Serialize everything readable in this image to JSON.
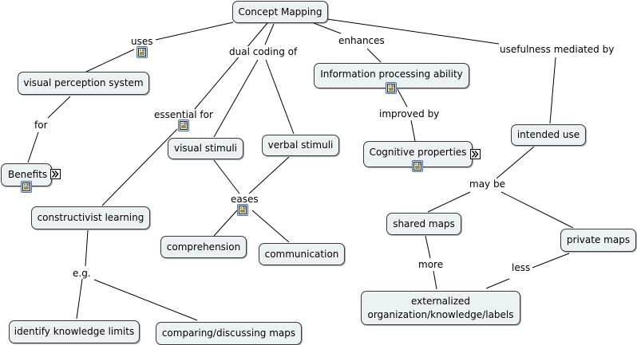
{
  "map_title": "Concept Mapping",
  "colors": {
    "node_fill": "#ecf2f4",
    "node_border": "#3a3a3a",
    "line": "#000000",
    "resource_border": "#3f6fb5"
  },
  "concepts": {
    "concept_mapping": "Concept Mapping",
    "visual_perception_system": "visual perception system",
    "benefits": "Benefits",
    "constructivist_learning": "constructivist learning",
    "identify_knowledge_limits": "identify knowledge limits",
    "comparing_discussing_maps": "comparing/discussing maps",
    "visual_stimuli": "visual stimuli",
    "verbal_stimuli": "verbal stimuli",
    "comprehension": "comprehension",
    "communication": "communication",
    "information_processing_ability": "Information processing ability",
    "cognitive_properties": "Cognitive properties",
    "intended_use": "intended use",
    "shared_maps": "shared maps",
    "private_maps": "private maps",
    "externalized_line1": "externalized",
    "externalized_line2": "organization/knowledge/labels"
  },
  "linking_phrases": {
    "uses": "uses",
    "for": "for",
    "essential_for": "essential for",
    "dual_coding_of": "dual coding of",
    "eases": "eases",
    "e_g": "e.g.",
    "enhances": "enhances",
    "improved_by": "improved by",
    "usefulness_mediated_by": "usefulness mediated by",
    "may_be": "may be",
    "more": "more",
    "less": "less"
  },
  "resource_icons": [
    {
      "attached_to": "uses",
      "icon": "resource-document-icon"
    },
    {
      "attached_to": "Benefits",
      "icon": "resource-document-icon"
    },
    {
      "attached_to": "essential for",
      "icon": "resource-document-icon"
    },
    {
      "attached_to": "eases",
      "icon": "resource-document-icon"
    },
    {
      "attached_to": "Information processing ability",
      "icon": "resource-document-icon"
    },
    {
      "attached_to": "Cognitive properties",
      "icon": "resource-document-icon"
    }
  ],
  "nested_map_icons": [
    {
      "attached_to": "Benefits",
      "icon": "expand-submap-icon"
    },
    {
      "attached_to": "Cognitive properties",
      "icon": "expand-submap-icon"
    }
  ]
}
